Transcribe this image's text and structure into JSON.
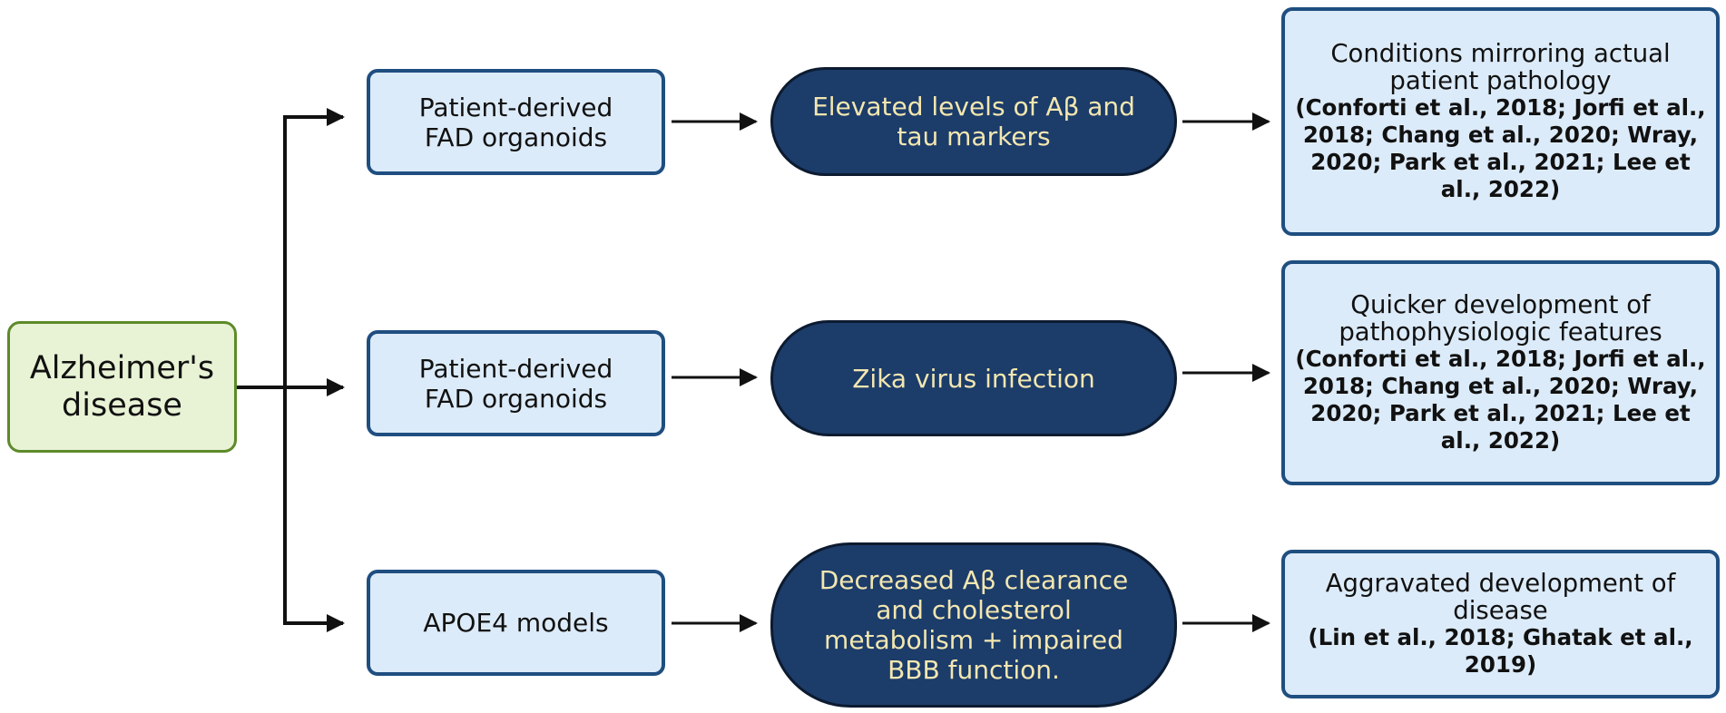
{
  "root": {
    "label_line1": "Alzheimer's",
    "label_line2": "disease"
  },
  "rows": [
    {
      "model": [
        "Patient-derived",
        "FAD organoids"
      ],
      "effect": [
        "Elevated levels of Aβ and",
        "tau markers"
      ],
      "outcome": [
        "Conditions mirroring actual",
        "patient pathology"
      ],
      "citation": [
        "(Conforti et al., 2018; Jorfi et al.,",
        "2018; Chang et al., 2020; Wray,",
        "2020; Park et al., 2021; Lee et",
        "al., 2022)"
      ]
    },
    {
      "model": [
        "Patient-derived",
        "FAD organoids"
      ],
      "effect": [
        "Zika virus infection"
      ],
      "outcome": [
        "Quicker development of",
        "pathophysiologic features"
      ],
      "citation": [
        "(Conforti et al., 2018; Jorfi et al.,",
        "2018; Chang et al., 2020; Wray,",
        "2020; Park et al., 2021; Lee et",
        "al., 2022)"
      ]
    },
    {
      "model": [
        "APOE4 models"
      ],
      "effect": [
        "Decreased Aβ clearance",
        "and cholesterol",
        "metabolism + impaired",
        "BBB function."
      ],
      "outcome": [
        "Aggravated development of",
        "disease"
      ],
      "citation": [
        "(Lin et al., 2018; Ghatak et al.,",
        "2019)"
      ]
    }
  ],
  "colors": {
    "root_fill": "#e8f3d5",
    "root_border": "#5e8a2a",
    "box_fill": "#dcebf9",
    "box_border": "#1f4e80",
    "effect_fill": "#1c3c6a",
    "effect_text": "#f3e7b0",
    "arrow": "#111111"
  }
}
